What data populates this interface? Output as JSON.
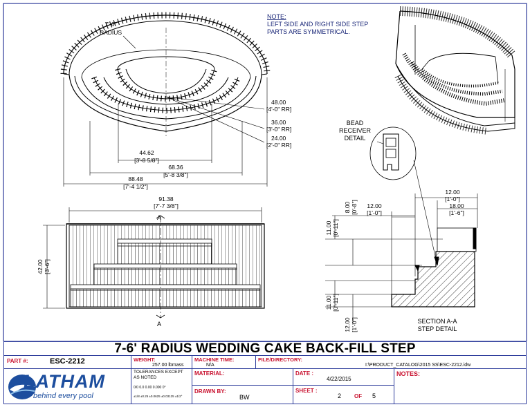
{
  "note": {
    "heading": "NOTE:",
    "line1": "LEFT SIDE AND RIGHT SIDE STEP",
    "line2": "PARTS ARE SYMMETRICAL."
  },
  "plan_view": {
    "radius_label_1": "7'-6\"",
    "radius_label_2": "RADIUS",
    "dims": [
      {
        "value": "48.00",
        "sub": "[4'-0\" RR]"
      },
      {
        "value": "36.00",
        "sub": "[3'-0\" RR]"
      },
      {
        "value": "24.00",
        "sub": "[2'-0\" RR]"
      },
      {
        "value": "44.62",
        "sub": "[3'-8 5/8\"]"
      },
      {
        "value": "68.36",
        "sub": "[5'-8 3/8\"]"
      },
      {
        "value": "88.48",
        "sub": "[7'-4 1/2\"]"
      }
    ]
  },
  "front_view": {
    "width_value": "91.38",
    "width_sub": "[7'-7 3/8\"]",
    "height_value": "42.00",
    "height_sub": "[3'-6\"]",
    "section_mark": "A"
  },
  "bead_detail": {
    "line1": "BEAD",
    "line2": "RECEIVER",
    "line3": "DETAIL"
  },
  "section_view": {
    "dims": [
      {
        "value": "12.00",
        "sub": "[1'-0\"]"
      },
      {
        "value": "8.00",
        "sub": "[0'-8\"]"
      },
      {
        "value": "12.00",
        "sub": "[1'-0\"]"
      },
      {
        "value": "18.00",
        "sub": "[1'-6\"]"
      },
      {
        "value": "11.00",
        "sub": "[0'-11\"]"
      },
      {
        "value": "11.00",
        "sub": "[0'-11\"]"
      },
      {
        "value": "12.00",
        "sub": "[1'-0\"]"
      }
    ],
    "caption1": "SECTION A-A",
    "caption2": "STEP DETAIL"
  },
  "title_block": {
    "title": "7-6' RADIUS WEDDING CAKE BACK-FILL STEP",
    "part_label": "PART #:",
    "part_value": "ESC-2212",
    "weight_label": "WEIGHT:",
    "weight_value": "257.00 lbmass",
    "machine_label": "MACHINE TIME:",
    "machine_value": "N/A",
    "file_label": "FILE/DIRECTORY:",
    "file_value": "I:\\PRODUCT_CATALOG\\2015 SS\\ESC-2212.idw",
    "tol_line1": "TOLERANCES EXCEPT",
    "tol_line2": "AS NOTED",
    "tol_row1": "0/0   0.0    0.00    0.000      0°",
    "tol_row2": "±1/8  ±0.25  ±0.0625  ±0.03125  ±1/2°",
    "material_label": "MATERIAL:",
    "date_label": "DATE :",
    "date_value": "4/22/2015",
    "notes_label": "NOTES:",
    "drawn_label": "DRAWN BY:",
    "drawn_value": "BW",
    "sheet_label": "SHEET :",
    "sheet_num": "2",
    "sheet_of": "OF",
    "sheet_total": "5"
  },
  "logo": {
    "name": "LATHAM",
    "tagline": "behind every pool"
  },
  "colors": {
    "border": "#2b3a9a",
    "label": "#c8102e",
    "logo": "#1d4e9e"
  }
}
